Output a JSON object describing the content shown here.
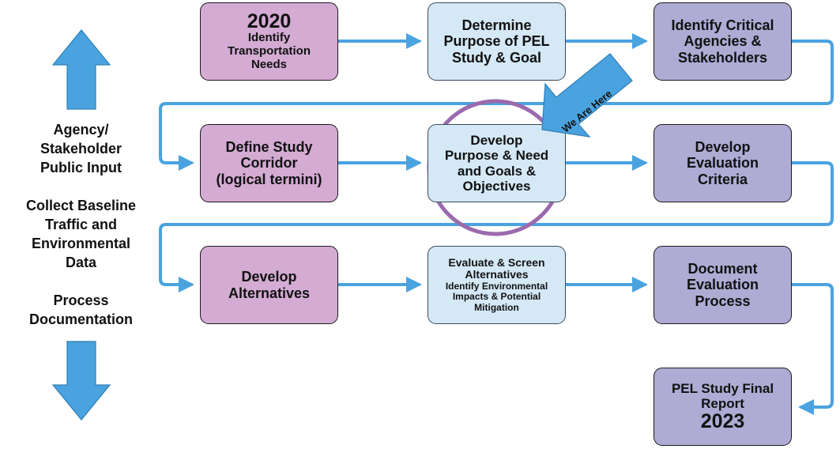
{
  "colors": {
    "pink_box": "#d3abd3",
    "light_blue_box": "#d4e8f6",
    "lavender_box": "#aeabd4",
    "connector": "#4aa3df",
    "big_arrow": "#4aa3df",
    "highlight_circle": "#9b6aad"
  },
  "side_panel": {
    "agency_lines": [
      "Agency/",
      "Stakeholder",
      "Public Input"
    ],
    "baseline_lines": [
      "Collect Baseline",
      "Traffic and",
      "Environmental",
      "Data"
    ],
    "process_lines": [
      "Process",
      "Documentation"
    ]
  },
  "steps": {
    "identify_needs": {
      "year": "2020",
      "lines": [
        "Identify",
        "Transportation",
        "Needs"
      ]
    },
    "determine_purpose": {
      "lines": [
        "Determine",
        "Purpose of PEL",
        "Study & Goal"
      ]
    },
    "identify_agencies": {
      "lines": [
        "Identify Critical",
        "Agencies &",
        "Stakeholders"
      ]
    },
    "define_corridor": {
      "lines": [
        "Define Study",
        "Corridor",
        "(logical termini)"
      ]
    },
    "develop_purpose": {
      "lines": [
        "Develop",
        "Purpose & Need",
        "and Goals &",
        "Objectives"
      ]
    },
    "develop_criteria": {
      "lines": [
        "Develop",
        "Evaluation",
        "Criteria"
      ]
    },
    "develop_alternatives": {
      "lines": [
        "Develop",
        "Alternatives"
      ]
    },
    "evaluate_screen": {
      "title_lines": [
        "Evaluate & Screen",
        "Alternatives"
      ],
      "detail_lines": [
        "Identify Environmental",
        "Impacts & Potential",
        "Mitigation"
      ]
    },
    "document_process": {
      "lines": [
        "Document",
        "Evaluation",
        "Process"
      ]
    },
    "final_report": {
      "lines": [
        "PEL Study Final",
        "Report"
      ],
      "year": "2023"
    }
  },
  "callout": {
    "label": "We Are Here"
  }
}
